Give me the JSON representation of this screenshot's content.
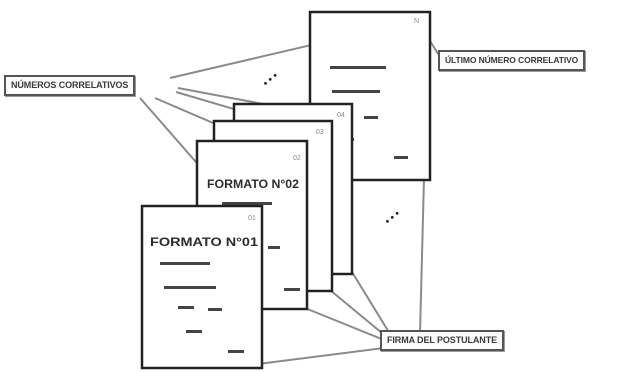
{
  "labels": {
    "numeros_correlativos": "NÚMEROS CORRELATIVOS",
    "ultimo_numero_correlativo": "ÚLTIMO NÚMERO CORRELATIVO",
    "firma_del_postulante": "FIRMA DEL POSTULANTE"
  },
  "pages": {
    "page_1": {
      "title": "FORMATO N°01",
      "number": "01"
    },
    "page_2": {
      "title": "FORMATO N°02",
      "number": "02"
    },
    "page_3": {
      "number": "03"
    },
    "page_4": {
      "number": "04"
    },
    "page_last": {
      "number": "N"
    }
  },
  "ellipsis_upper": "• • •",
  "ellipsis_lower": "• • •",
  "colors": {
    "page_border": "#222222",
    "connector_line": "#8a8a8a",
    "label_border": "#555555"
  }
}
